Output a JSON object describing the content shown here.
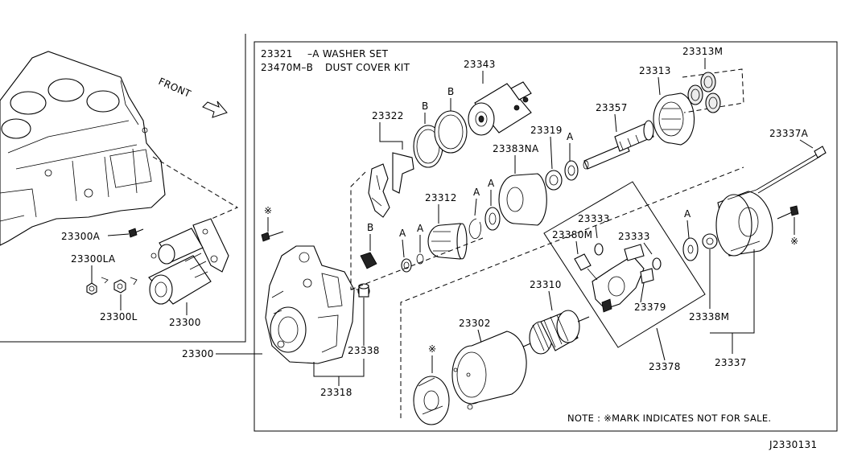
{
  "header_notes": {
    "line1_code": "23321",
    "line1_text": "–A WASHER SET",
    "line2_code": "23470M–B",
    "line2_text": "DUST COVER KIT"
  },
  "front_label": "FRONT",
  "note": "NOTE : ※MARK INDICATES NOT FOR SALE.",
  "not_for_sale_mark": "※",
  "diagram_code": "J2330131",
  "labels": {
    "p23300A": "23300A",
    "p23300LA": "23300LA",
    "p23300L": "23300L",
    "p23300_left": "23300",
    "p23300_main": "23300",
    "p23343": "23343",
    "p23313M": "23313M",
    "p23313": "23313",
    "p23322": "23322",
    "p23357": "23357",
    "p23319": "23319",
    "p23383NA": "23383NA",
    "p23337A": "23337A",
    "p23312": "23312",
    "p23333a": "23333",
    "p23380M": "23380M",
    "p23333b": "23333",
    "p23379": "23379",
    "p23310": "23310",
    "p23302": "23302",
    "p23338": "23338",
    "p23318": "23318",
    "p23338M": "23338M",
    "p23337": "23337",
    "p23378": "23378"
  },
  "markers": {
    "A": "A",
    "B": "B"
  }
}
